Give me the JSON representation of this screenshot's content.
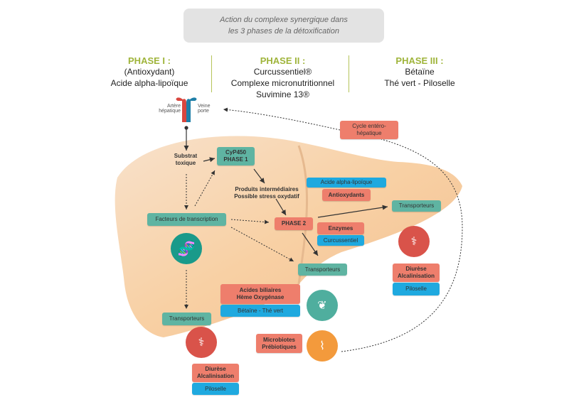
{
  "header": {
    "line1": "Action du complexe synergique dans",
    "line2": "les 3 phases de la détoxification"
  },
  "phases": [
    {
      "title": "PHASE I :",
      "lines": [
        "(Antioxydant)",
        "Acide alpha-lipoïque"
      ]
    },
    {
      "title": "PHASE II :",
      "lines": [
        "Curcussentiel®",
        "Complexe micronutritionnel",
        "Suvimine 13®"
      ]
    },
    {
      "title": "PHASE III :",
      "lines": [
        "Bétaïne",
        "Thé vert - Piloselle"
      ]
    }
  ],
  "vessels": {
    "artery": "Artère hépatique",
    "vein": "Veine porte"
  },
  "nodes": {
    "cycle": "Cycle entéro-hépatique",
    "substrat": "Substrat toxique",
    "cyp": "CyP450 PHASE 1",
    "produits": "Produits intermédiaires Possible stress oxydatif",
    "acide_alpha": "Acide alpha-lipoïque",
    "antioxydants": "Antioxydants",
    "transporteurs_right": "Transporteurs",
    "facteurs": "Facteurs de transcription",
    "phase2": "PHASE 2",
    "enzymes": "Enzymes",
    "curcussentiel": "Curcussentiel",
    "transporteurs_mid": "Transporteurs",
    "diurese_right": "Diurèse Alcalinisation",
    "piloselle_right": "Piloselle",
    "acides_biliaires": "Acides biliaires Hème Oxygénase",
    "betaine": "Bétaïne - Thé vert",
    "transporteurs_left": "Transporteurs",
    "diurese_left": "Diurèse Alcalinisation",
    "piloselle_left": "Piloselle",
    "microbiotes": "Microbiotes Prébiotiques"
  },
  "colors": {
    "teal": "#5fb4a2",
    "salmon": "#ee7e6c",
    "blue": "#1fa9df",
    "phase_green": "#9fb43a",
    "kidney_red": "#d9534a",
    "intestine_orange": "#f39a3c"
  }
}
